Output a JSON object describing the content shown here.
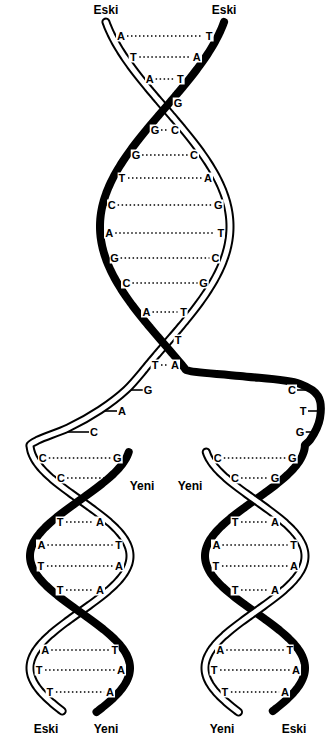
{
  "diagram": {
    "labels": [
      "Eski",
      "Eski",
      "A",
      "T",
      "T",
      "A",
      "A",
      "T",
      "G",
      "G",
      "C",
      "G",
      "C",
      "T",
      "A",
      "C",
      "G",
      "A",
      "T",
      "G",
      "C",
      "C",
      "G",
      "A",
      "T",
      "T",
      "T",
      "A",
      "G",
      "C",
      "A",
      "T",
      "C",
      "G",
      "C",
      "G",
      "C",
      "G",
      "C",
      "C",
      "G",
      "Yeni",
      "Yeni",
      "T",
      "A",
      "T",
      "A",
      "A",
      "T",
      "A",
      "T",
      "T",
      "A",
      "T",
      "A",
      "T",
      "A",
      "T",
      "A",
      "A",
      "T",
      "A",
      "T",
      "T",
      "A",
      "T",
      "A",
      "T",
      "A",
      "T",
      "A",
      "Eski",
      "Yeni",
      "Yeni",
      "Eski"
    ]
  }
}
